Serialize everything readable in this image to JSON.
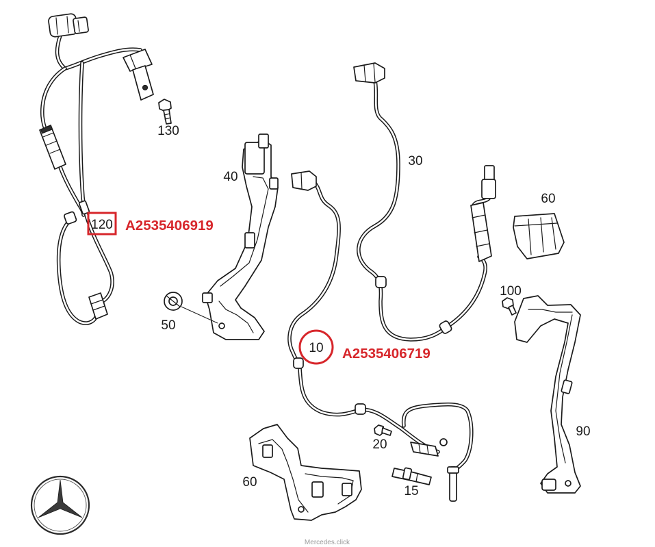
{
  "callouts": {
    "c130": "130",
    "c40": "40",
    "c30": "30",
    "c60_top": "60",
    "c120": "120",
    "c50": "50",
    "c10": "10",
    "c100": "100",
    "c90": "90",
    "c20": "20",
    "c60_bottom": "60",
    "c15": "15"
  },
  "highlighted_parts": {
    "part_120_number": "A2535406919",
    "part_10_number": "A2535406719"
  },
  "watermark": "Mercedes.click",
  "logo": "mercedes-benz-star-logo",
  "colors": {
    "highlight": "#d7262b",
    "line": "#1b1b1b",
    "watermark": "#9a9a9a"
  }
}
